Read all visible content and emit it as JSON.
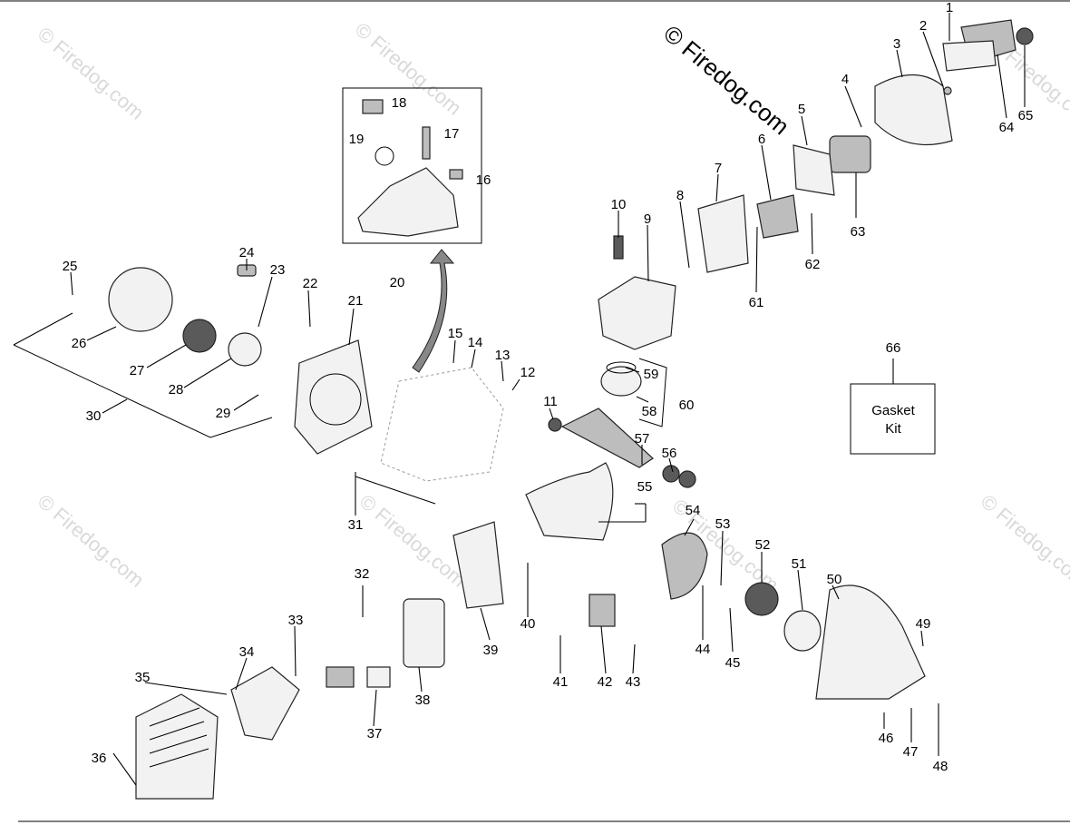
{
  "watermark": {
    "main": "© Firedog.com",
    "repeat": "© Firedog.com"
  },
  "gasket_kit": {
    "ref": "66",
    "line1": "Gasket",
    "line2": "Kit"
  },
  "callouts": [
    "1",
    "2",
    "3",
    "4",
    "5",
    "6",
    "7",
    "8",
    "9",
    "10",
    "11",
    "12",
    "13",
    "14",
    "15",
    "16",
    "17",
    "18",
    "19",
    "20",
    "21",
    "22",
    "23",
    "24",
    "25",
    "26",
    "27",
    "28",
    "29",
    "30",
    "31",
    "32",
    "33",
    "34",
    "35",
    "36",
    "37",
    "38",
    "39",
    "40",
    "41",
    "42",
    "43",
    "44",
    "45",
    "46",
    "47",
    "48",
    "49",
    "50",
    "51",
    "52",
    "53",
    "54",
    "55",
    "56",
    "57",
    "58",
    "59",
    "60",
    "61",
    "62",
    "63",
    "64",
    "65"
  ],
  "colors": {
    "line": "#000000",
    "watermark": "#d9d9d9",
    "part_fill": "#f2f2f2",
    "dark_part": "#5a5a5a"
  }
}
